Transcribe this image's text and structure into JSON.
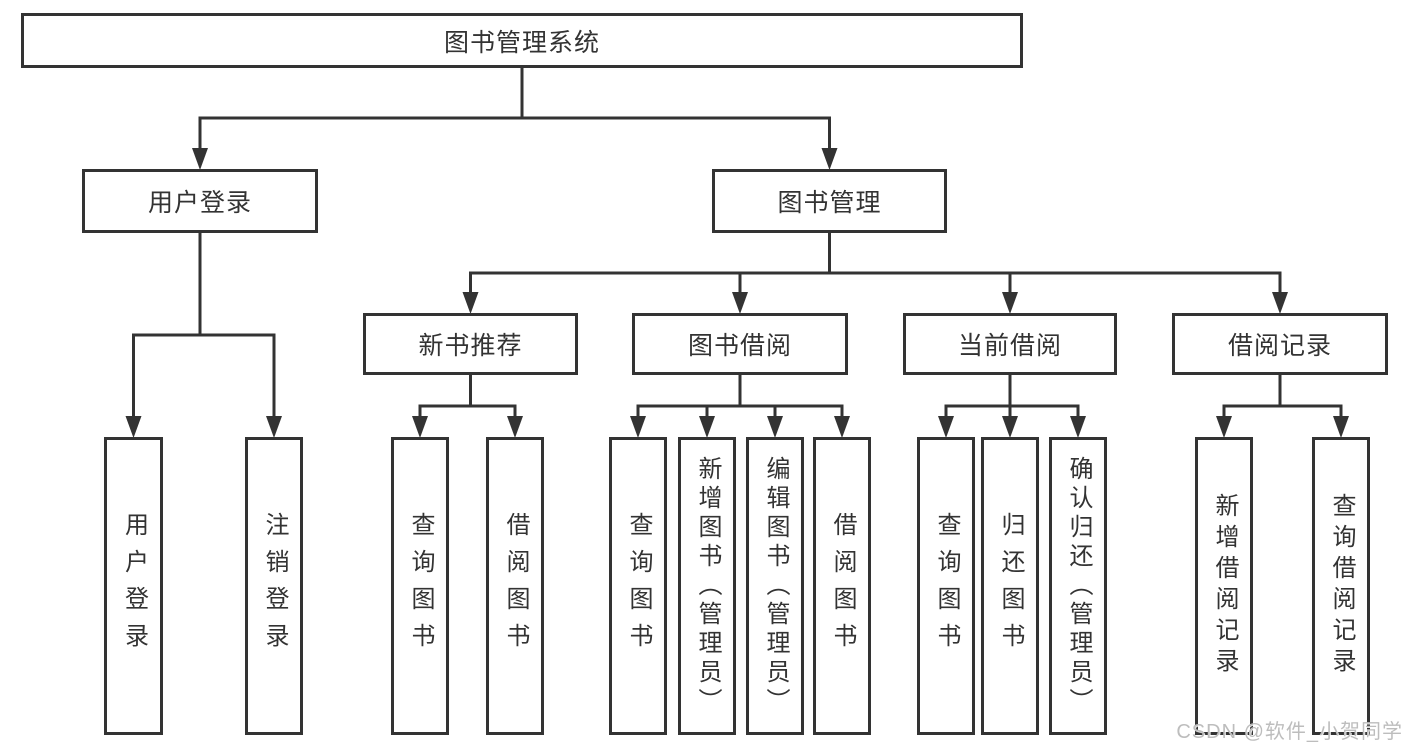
{
  "diagram": {
    "tree": {
      "id": "root",
      "label": "图书管理系统",
      "children": [
        {
          "id": "user-login",
          "label": "用户登录",
          "children": [
            {
              "id": "leaf-user-login",
              "label": "用户登录"
            },
            {
              "id": "leaf-logout",
              "label": "注销登录"
            }
          ]
        },
        {
          "id": "book-mgmt",
          "label": "图书管理",
          "children": [
            {
              "id": "new-book-rec",
              "label": "新书推荐",
              "children": [
                {
                  "id": "leaf-query-book-1",
                  "label": "查询图书"
                },
                {
                  "id": "leaf-borrow-book-1",
                  "label": "借阅图书"
                }
              ]
            },
            {
              "id": "book-borrow",
              "label": "图书借阅",
              "children": [
                {
                  "id": "leaf-query-book-2",
                  "label": "查询图书"
                },
                {
                  "id": "leaf-add-book",
                  "label": "新增图书（管理员）"
                },
                {
                  "id": "leaf-edit-book",
                  "label": "编辑图书（管理员）"
                },
                {
                  "id": "leaf-borrow-book-2",
                  "label": "借阅图书"
                }
              ]
            },
            {
              "id": "current-borrow",
              "label": "当前借阅",
              "children": [
                {
                  "id": "leaf-query-book-3",
                  "label": "查询图书"
                },
                {
                  "id": "leaf-return-book",
                  "label": "归还图书"
                },
                {
                  "id": "leaf-confirm-return",
                  "label": "确认归还（管理员）"
                }
              ]
            },
            {
              "id": "borrow-records",
              "label": "借阅记录",
              "children": [
                {
                  "id": "leaf-add-record",
                  "label": "新增借阅记录"
                },
                {
                  "id": "leaf-query-record",
                  "label": "查询借阅记录"
                }
              ]
            }
          ]
        }
      ]
    }
  },
  "watermark": {
    "text": "CSDN @软件_小贺同学"
  },
  "colors": {
    "background": "#ffffff",
    "box_border": "#333333",
    "line": "#333333",
    "text": "#333333",
    "watermark": "#bdbdbd"
  }
}
